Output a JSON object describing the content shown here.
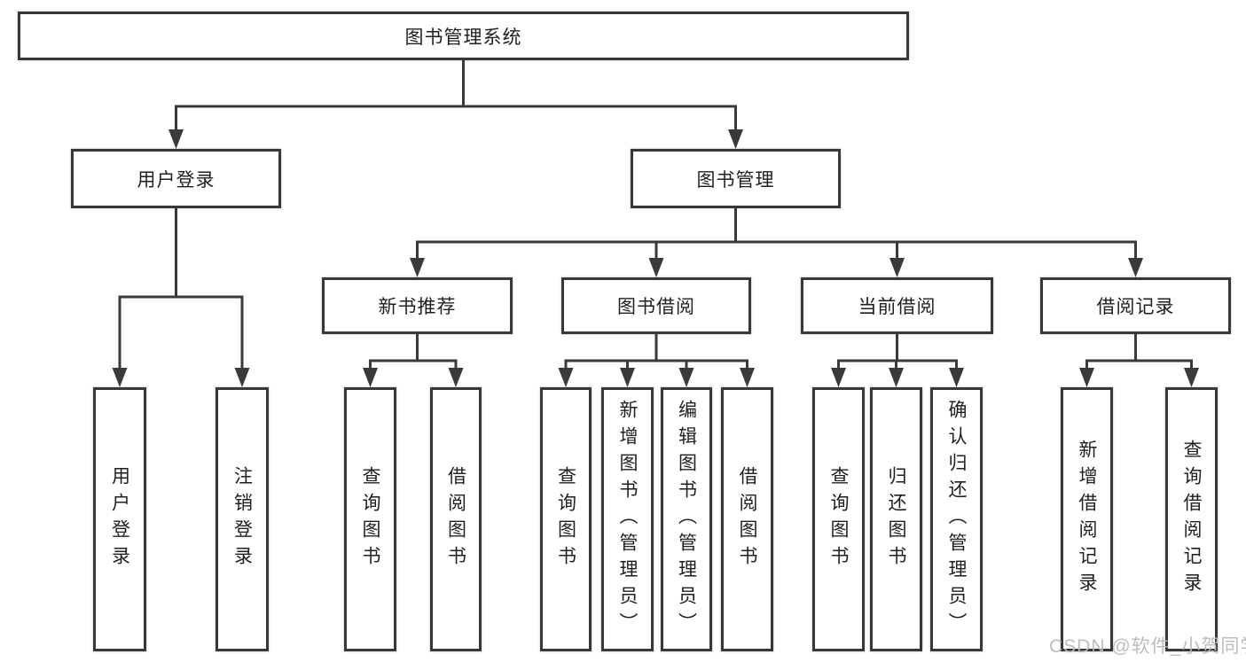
{
  "diagram": {
    "title": "图书管理系统",
    "type": "hierarchy-tree"
  },
  "nodes": {
    "root": "图书管理系统",
    "user_login": "用户登录",
    "book_mgmt": "图书管理",
    "new_books": "新书推荐",
    "book_borrow": "图书借阅",
    "current_borrow": "当前借阅",
    "borrow_records": "借阅记录",
    "leaves": {
      "user_login": [
        "用户登录",
        "注销登录"
      ],
      "new_books": [
        "查询图书",
        "借阅图书"
      ],
      "book_borrow": [
        "查询图书",
        "新增图书（管理员）",
        "编辑图书（管理员）",
        "借阅图书"
      ],
      "current_borrow": [
        "查询图书",
        "归还图书",
        "确认归还（管理员）"
      ],
      "borrow_records": [
        "新增借阅记录",
        "查询借阅记录"
      ]
    }
  },
  "watermark": "CSDN @软件_小贺同学",
  "colors": {
    "line": "#3a3a3a",
    "box_border": "#383838",
    "text": "#1f1f1f",
    "watermark": "#b9b9b9",
    "background": "#ffffff"
  }
}
